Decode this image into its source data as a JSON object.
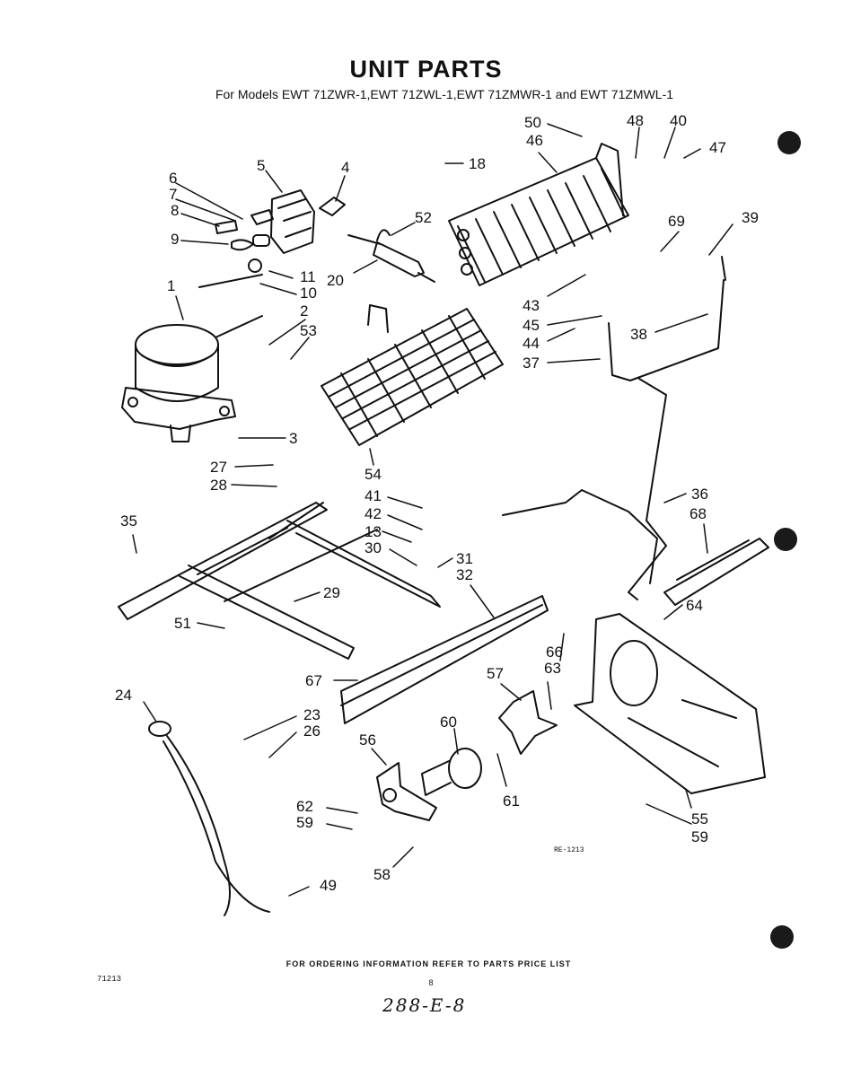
{
  "title": "UNIT PARTS",
  "subtitle": "For Models EWT 71ZWR-1,EWT 71ZWL-1,EWT 71ZMWR-1 and EWT 71ZMWL-1",
  "callouts": [
    "1",
    "2",
    "3",
    "4",
    "5",
    "6",
    "7",
    "8",
    "9",
    "10",
    "11",
    "13",
    "18",
    "20",
    "23",
    "24",
    "26",
    "27",
    "28",
    "29",
    "30",
    "31",
    "32",
    "35",
    "36",
    "37",
    "38",
    "39",
    "40",
    "41",
    "42",
    "43",
    "44",
    "45",
    "46",
    "47",
    "48",
    "49",
    "50",
    "51",
    "52",
    "53",
    "54",
    "55",
    "56",
    "57",
    "58",
    "59",
    "60",
    "61",
    "62",
    "63",
    "64",
    "66",
    "67",
    "68",
    "69"
  ],
  "drawing_ref": "RE-1213",
  "footer": "FOR ORDERING INFORMATION REFER TO PARTS PRICE LIST",
  "doc_number": "71213",
  "page_number": "8",
  "handwritten_note": "288-E-8",
  "colors": {
    "ink": "#111111",
    "paper": "#ffffff"
  }
}
